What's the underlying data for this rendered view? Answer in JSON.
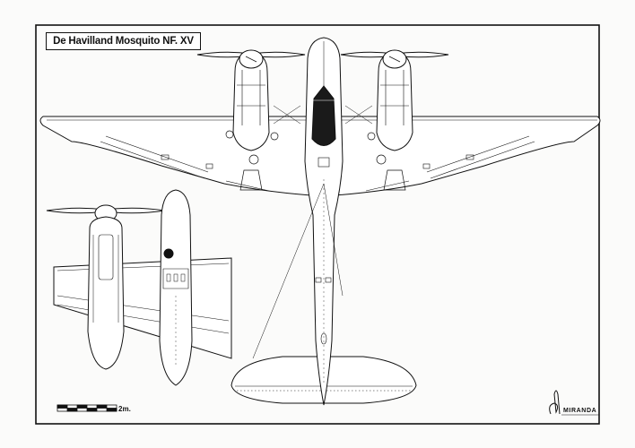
{
  "drawing": {
    "title": "De Havilland Mosquito NF. XV",
    "scale_label": "2m.",
    "signature": "MIRANDA"
  },
  "colors": {
    "ink": "#111111",
    "paper": "#fbfbfa",
    "canopy_fill": "#1a1a1a"
  }
}
